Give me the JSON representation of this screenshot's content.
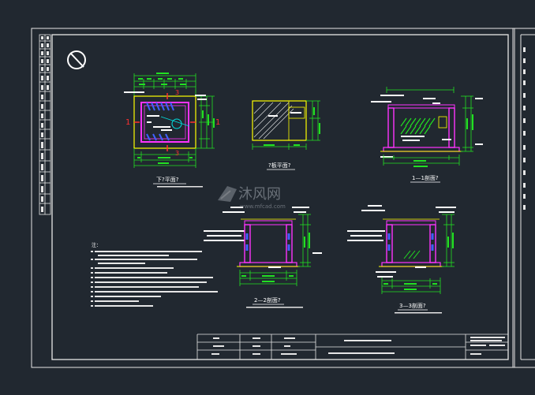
{
  "colors": {
    "background": "#212830",
    "frame": "#e6e6e6",
    "dimension": "#22e022",
    "wall": "#ff33ff",
    "annotation": "#ffffff",
    "section_marker": "#ff3030",
    "outline_yellow": "#ffff00",
    "pipe_blue": "#4060ff",
    "hatch_cyan": "#00e0e0"
  },
  "icons": {
    "north_arrow": "circle-slash-icon",
    "watermark_logo": "mufeng-logo-icon"
  },
  "watermark": {
    "text": "沐风网",
    "url": "www.mfcad.com"
  },
  "views": {
    "plan": {
      "title": "下?平面?",
      "section_marks": {
        "left": "1",
        "right": "1",
        "top": "3",
        "bottom": "3"
      }
    },
    "cover_plan": {
      "title": "?板平面?"
    },
    "section_1": {
      "title": "1—1剖面?"
    },
    "section_2": {
      "title": "2—2剖面?"
    },
    "section_3": {
      "title": "3—3剖面?"
    }
  },
  "notes": {
    "heading": "注："
  }
}
